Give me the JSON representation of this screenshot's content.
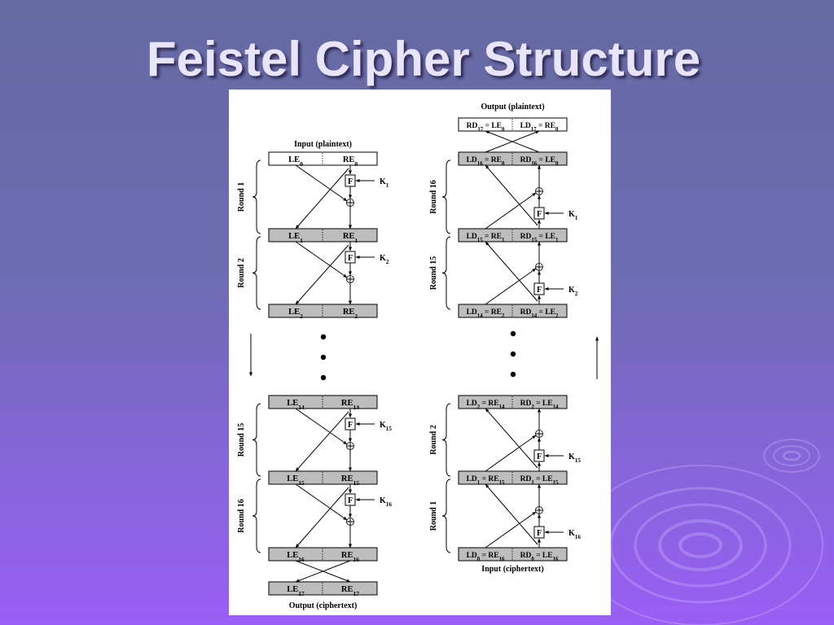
{
  "title": "Feistel Cipher Structure",
  "encryption": {
    "top_label": "Input (plaintext)",
    "bottom_label": "Output (ciphertext)",
    "boxes": [
      {
        "left": "LE",
        "left_sub": "0",
        "right": "RE",
        "right_sub": "0",
        "style": "white"
      },
      {
        "left": "LE",
        "left_sub": "1",
        "right": "RE",
        "right_sub": "1",
        "style": "gray"
      },
      {
        "left": "LE",
        "left_sub": "2",
        "right": "RE",
        "right_sub": "2",
        "style": "gray"
      },
      {
        "left": "LE",
        "left_sub": "14",
        "right": "RE",
        "right_sub": "14",
        "style": "gray"
      },
      {
        "left": "LE",
        "left_sub": "15",
        "right": "RE",
        "right_sub": "15",
        "style": "gray"
      },
      {
        "left": "LE",
        "left_sub": "16",
        "right": "RE",
        "right_sub": "16",
        "style": "gray"
      },
      {
        "left": "LE",
        "left_sub": "17",
        "right": "RE",
        "right_sub": "17",
        "style": "gray"
      }
    ],
    "rounds": [
      {
        "label": "Round 1",
        "key": "K",
        "key_sub": "1"
      },
      {
        "label": "Round 2",
        "key": "K",
        "key_sub": "2"
      },
      {
        "label": "Round 15",
        "key": "K",
        "key_sub": "15"
      },
      {
        "label": "Round 16",
        "key": "K",
        "key_sub": "16"
      }
    ],
    "arrow_direction": "down"
  },
  "decryption": {
    "top_label": "Output (plaintext)",
    "bottom_label": "Input (ciphertext)",
    "boxes": [
      {
        "left": "RD",
        "left_sub": "17",
        "left_eq": "LE",
        "left_eq_sub": "0",
        "right": "LD",
        "right_sub": "17",
        "right_eq": "RE",
        "right_eq_sub": "0",
        "style": "white"
      },
      {
        "left": "LD",
        "left_sub": "16",
        "left_eq": "RE",
        "left_eq_sub": "0",
        "right": "RD",
        "right_sub": "16",
        "right_eq": "LE",
        "right_eq_sub": "0",
        "style": "gray"
      },
      {
        "left": "LD",
        "left_sub": "15",
        "left_eq": "RE",
        "left_eq_sub": "1",
        "right": "RD",
        "right_sub": "15",
        "right_eq": "LE",
        "right_eq_sub": "1",
        "style": "gray"
      },
      {
        "left": "LD",
        "left_sub": "14",
        "left_eq": "RE",
        "left_eq_sub": "2",
        "right": "RD",
        "right_sub": "14",
        "right_eq": "LE",
        "right_eq_sub": "2",
        "style": "gray"
      },
      {
        "left": "LD",
        "left_sub": "2",
        "left_eq": "RE",
        "left_eq_sub": "14",
        "right": "RD",
        "right_sub": "2",
        "right_eq": "LE",
        "right_eq_sub": "14",
        "style": "gray"
      },
      {
        "left": "LD",
        "left_sub": "1",
        "left_eq": "RE",
        "left_eq_sub": "15",
        "right": "RD",
        "right_sub": "1",
        "right_eq": "LE",
        "right_eq_sub": "15",
        "style": "gray"
      },
      {
        "left": "LD",
        "left_sub": "0",
        "left_eq": "RE",
        "left_eq_sub": "16",
        "right": "RD",
        "right_sub": "0",
        "right_eq": "LE",
        "right_eq_sub": "16",
        "style": "gray"
      }
    ],
    "rounds": [
      {
        "label": "Round 16",
        "key": "K",
        "key_sub": "1"
      },
      {
        "label": "Round 15",
        "key": "K",
        "key_sub": "2"
      },
      {
        "label": "Round 2",
        "key": "K",
        "key_sub": "15"
      },
      {
        "label": "Round 1",
        "key": "K",
        "key_sub": "16"
      }
    ],
    "arrow_direction": "up"
  },
  "function_label": "F",
  "colors": {
    "background_top": "#656aa2",
    "background_bottom": "#9a5ef4",
    "title": "#e8e4fb",
    "box_gray": "#bdbdbd"
  }
}
